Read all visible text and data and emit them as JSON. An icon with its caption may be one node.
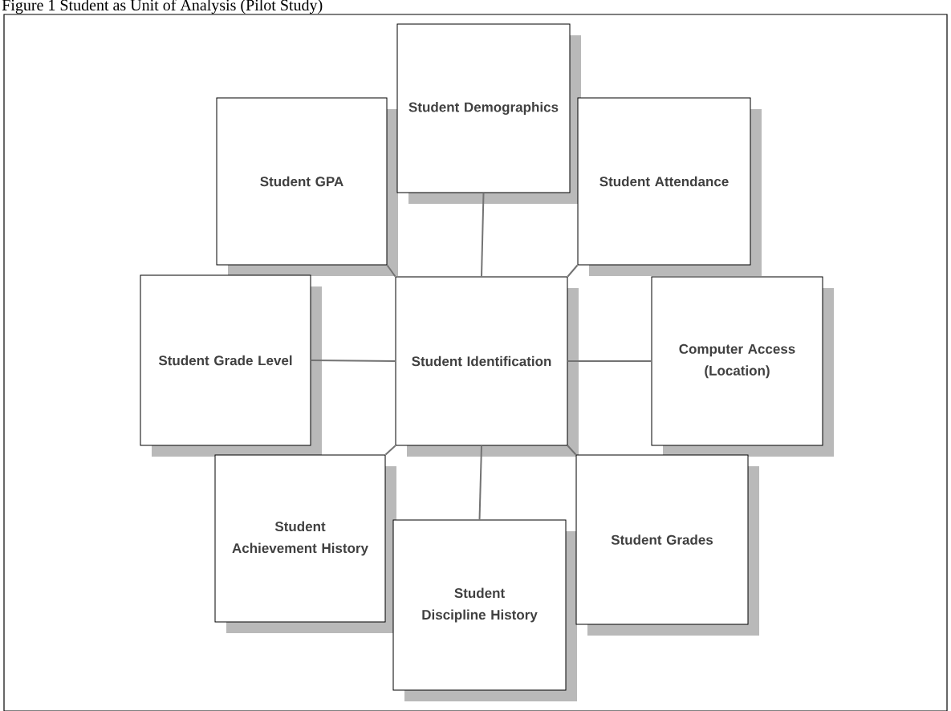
{
  "diagram": {
    "title": "Figure 1 Student as Unit of Analysis (Pilot Study)",
    "nodes": [
      {
        "text": [
          "Student Demographics"
        ]
      },
      {
        "text": [
          "Student GPA"
        ]
      },
      {
        "text": [
          "Student Attendance"
        ]
      },
      {
        "text": [
          "Student Grade Level"
        ]
      },
      {
        "text": [
          "Student Identification"
        ]
      },
      {
        "text": [
          "Computer Access (Location)"
        ]
      },
      {
        "text": [
          "Student Achievement History"
        ]
      },
      {
        "text": [
          "Student Discipline History"
        ]
      },
      {
        "text": [
          "Student Grades"
        ]
      }
    ],
    "edges": [
      {
        "from": 4,
        "to": 0,
        "arrow": "none"
      },
      {
        "from": 4,
        "to": 1,
        "arrow": "none"
      },
      {
        "from": 4,
        "to": 2,
        "arrow": "none"
      },
      {
        "from": 4,
        "to": 3,
        "arrow": "none"
      },
      {
        "from": 4,
        "to": 5,
        "arrow": "none"
      },
      {
        "from": 4,
        "to": 6,
        "arrow": "none"
      },
      {
        "from": 4,
        "to": 7,
        "arrow": "none"
      },
      {
        "from": 4,
        "to": 8,
        "arrow": "none"
      }
    ]
  }
}
